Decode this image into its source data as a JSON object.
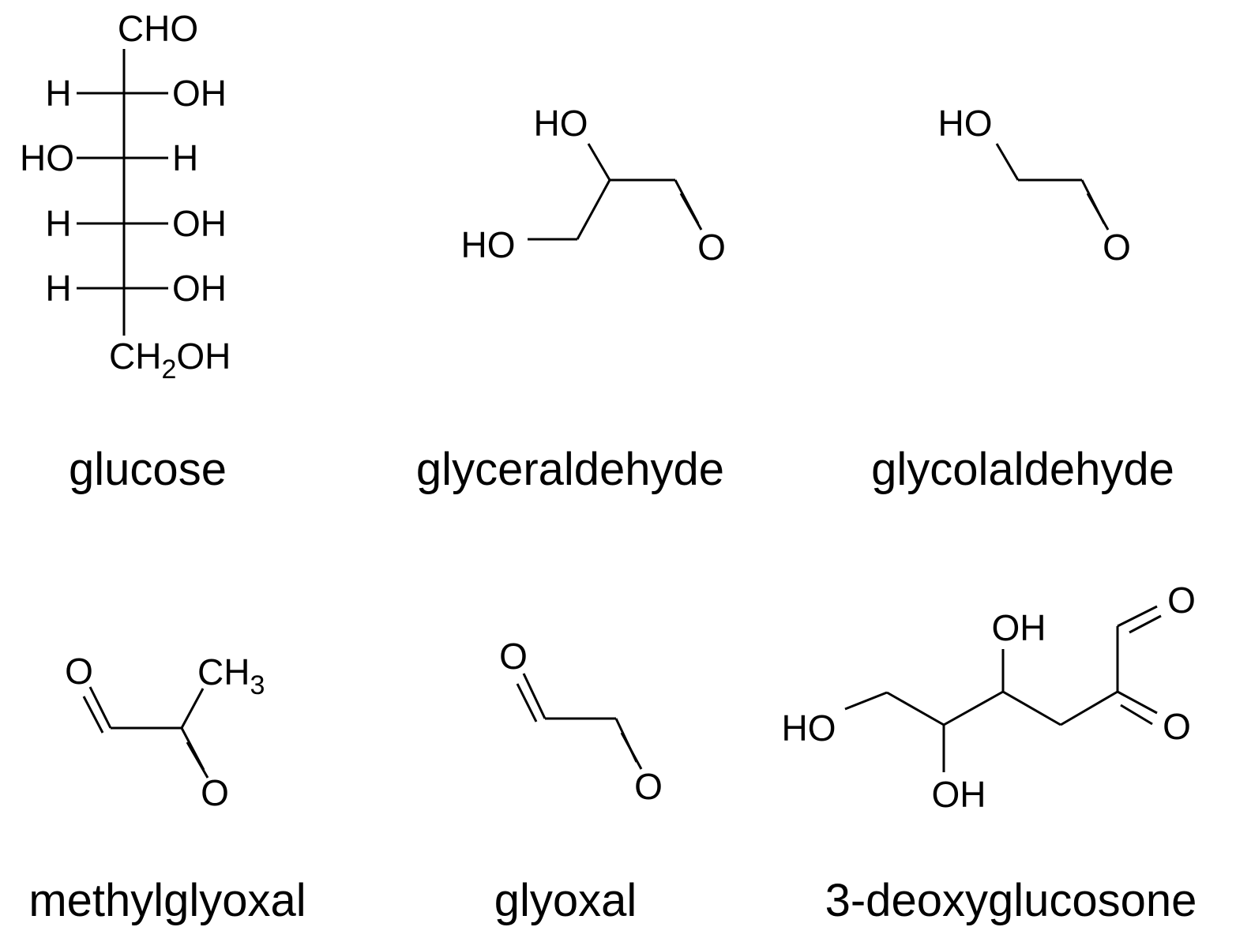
{
  "molecules": {
    "glucose": {
      "name": "glucose",
      "atoms": {
        "cho": "CHO",
        "h_left_1": "H",
        "oh_right_1": "OH",
        "ho_left_2": "HO",
        "h_right_2": "H",
        "h_left_3": "H",
        "oh_right_3": "OH",
        "h_left_4": "H",
        "oh_right_4": "OH",
        "ch2oh_ch": "CH",
        "ch2oh_sub": "2",
        "ch2oh_oh": "OH"
      }
    },
    "glyceraldehyde": {
      "name": "glyceraldehyde",
      "atoms": {
        "ho_top": "HO",
        "ho_left": "HO",
        "o": "O"
      }
    },
    "glycolaldehyde": {
      "name": "glycolaldehyde",
      "atoms": {
        "ho": "HO",
        "o": "O"
      }
    },
    "methylglyoxal": {
      "name": "methylglyoxal",
      "atoms": {
        "o_top": "O",
        "ch3_ch": "CH",
        "ch3_sub": "3",
        "o_bottom": "O"
      }
    },
    "glyoxal": {
      "name": "glyoxal",
      "atoms": {
        "o_top": "O",
        "o_bottom": "O"
      }
    },
    "deoxyglucosone": {
      "name": "3-deoxyglucosone",
      "atoms": {
        "ho": "HO",
        "oh_top": "OH",
        "oh_bottom": "OH",
        "o_top": "O",
        "o_right": "O"
      }
    }
  }
}
